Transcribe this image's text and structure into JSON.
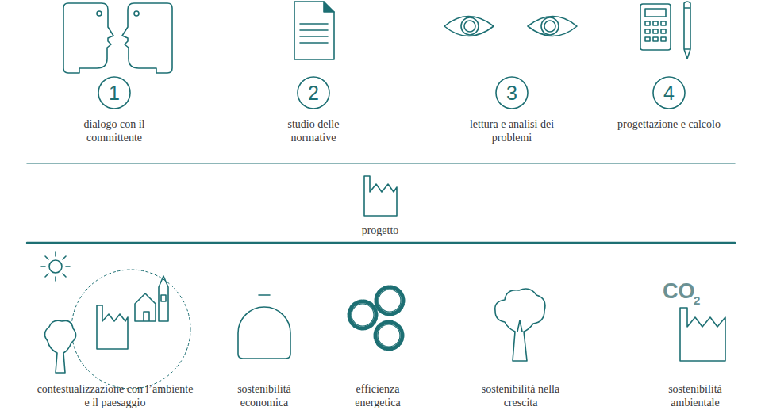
{
  "diagram": {
    "nodes": [
      {
        "text": [
          "1",
          "dialogo con il committente"
        ]
      },
      {
        "text": [
          "2",
          "studio delle normative"
        ]
      },
      {
        "text": [
          "3",
          "lettura e analisi dei problemi"
        ]
      },
      {
        "text": [
          "4",
          "progettazione e calcolo"
        ]
      }
    ],
    "labels": [
      "progetto",
      "contestualizzazione con l’ambiente e il paesaggio",
      "sostenibilità economica",
      "efficienza energetica",
      "sostenibilità nella crescita",
      "sostenibilità ambientale",
      "CO",
      "2"
    ]
  }
}
